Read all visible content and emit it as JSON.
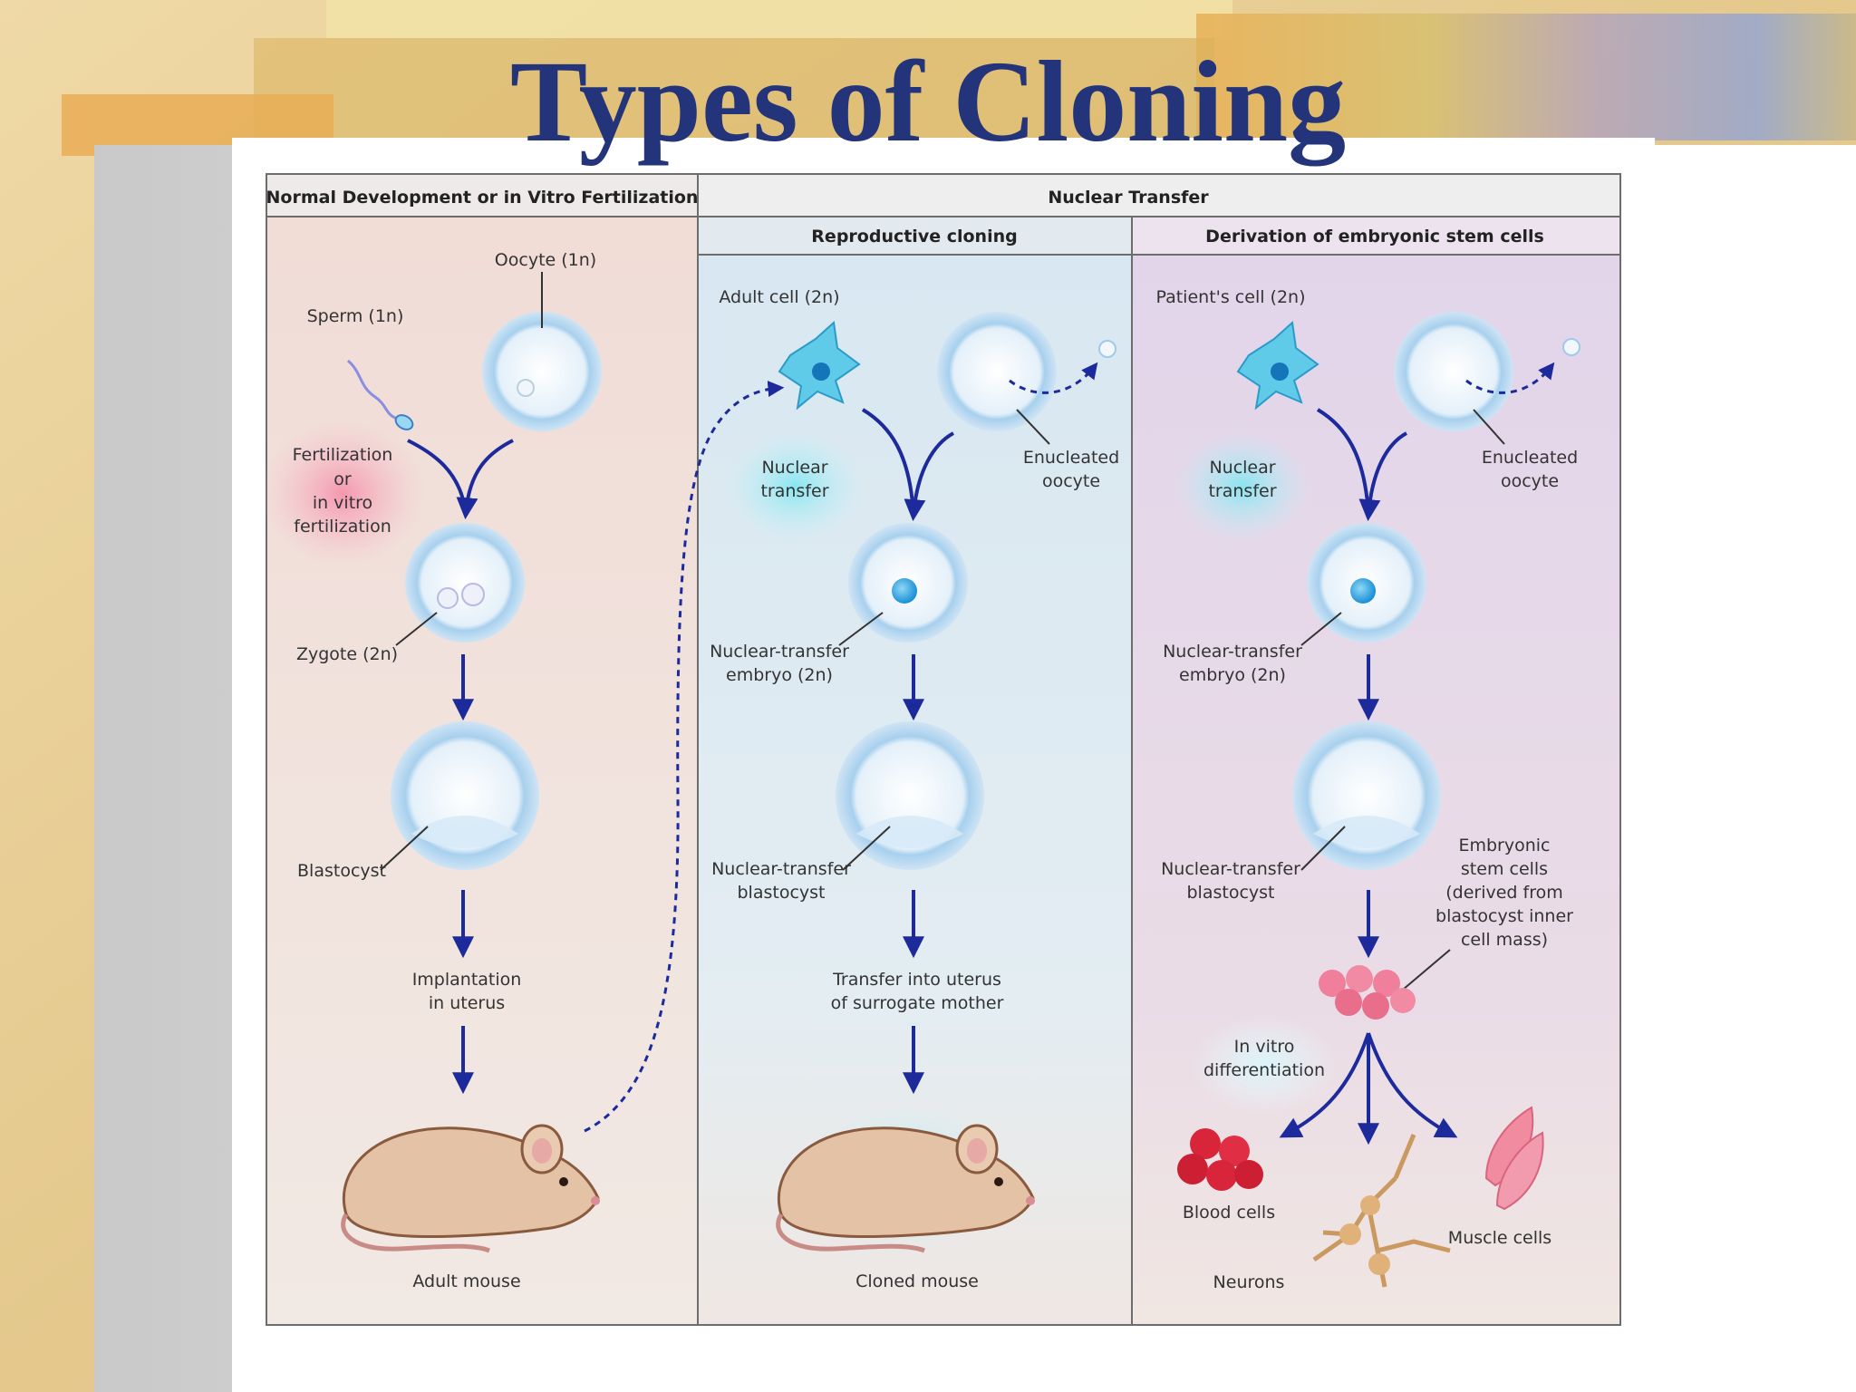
{
  "slide": {
    "title": "Types of Cloning"
  },
  "table": {
    "col1_header": "Normal Development or in Vitro Fertilization",
    "col2_header": "Nuclear Transfer",
    "sub_headers": [
      "Reproductive cloning",
      "Derivation of embryonic stem cells"
    ]
  },
  "col1": {
    "oocyte": "Oocyte (1n)",
    "sperm": "Sperm (1n)",
    "fertilization": [
      "Fertilization",
      "or",
      "in vitro",
      "fertilization"
    ],
    "zygote": "Zygote (2n)",
    "blastocyst": "Blastocyst",
    "implantation": [
      "Implantation",
      "in uterus"
    ],
    "mouse": "Adult mouse"
  },
  "col2": {
    "adult_cell": "Adult cell (2n)",
    "nuclear_transfer": [
      "Nuclear",
      "transfer"
    ],
    "enucleated": [
      "Enucleated",
      "oocyte"
    ],
    "nt_embryo": [
      "Nuclear-transfer",
      "embryo (2n)"
    ],
    "nt_blastocyst": [
      "Nuclear-transfer",
      "blastocyst"
    ],
    "transfer": [
      "Transfer into uterus",
      "of surrogate mother"
    ],
    "mouse": "Cloned mouse"
  },
  "col3": {
    "patient_cell": "Patient's cell (2n)",
    "nuclear_transfer": [
      "Nuclear",
      "transfer"
    ],
    "enucleated": [
      "Enucleated",
      "oocyte"
    ],
    "nt_embryo": [
      "Nuclear-transfer",
      "embryo (2n)"
    ],
    "nt_blastocyst": [
      "Nuclear-transfer",
      "blastocyst"
    ],
    "esc": [
      "Embryonic",
      "stem cells",
      "(derived from",
      "blastocyst inner",
      "cell mass)"
    ],
    "in_vitro": [
      "In vitro",
      "differentiation"
    ],
    "blood": "Blood cells",
    "muscle": "Muscle cells",
    "neurons": "Neurons"
  },
  "colors": {
    "title": "#23347a",
    "arrow": "#1c2a9c",
    "col1_bg": "#f1dcd6",
    "col2_bg": "#dde9f1",
    "col3_bg": "#e6d8ea",
    "cell_fill": "#e9f3fb",
    "cell_ring": "#9fcaea"
  }
}
